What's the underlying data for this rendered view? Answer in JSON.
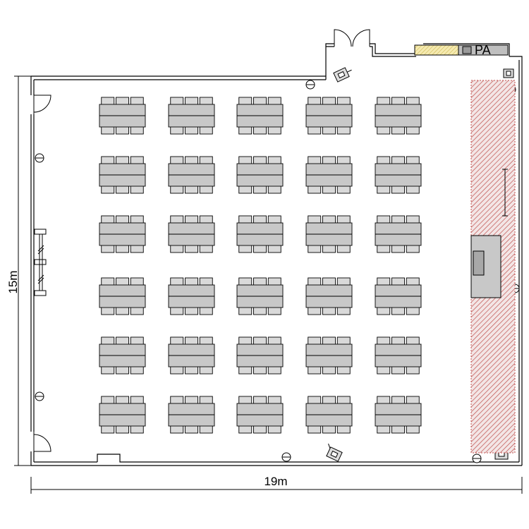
{
  "floor_plan": {
    "dimensions": {
      "width_label": "19m",
      "depth_label": "15m"
    },
    "pa_label": "PA",
    "seating": {
      "rows": 6,
      "columns": 5,
      "chairs_per_side": 3
    },
    "colors": {
      "wall": "#000000",
      "table_fill": "#c8c8c8",
      "chair_fill": "#d9d9d9",
      "stage_hatch": "#c0504d",
      "stage_bg": "#f3e6e6",
      "pa_shelf": "#f0e3a0",
      "pa_box": "#bfbfbf",
      "podium": "#c8c8c8"
    }
  }
}
